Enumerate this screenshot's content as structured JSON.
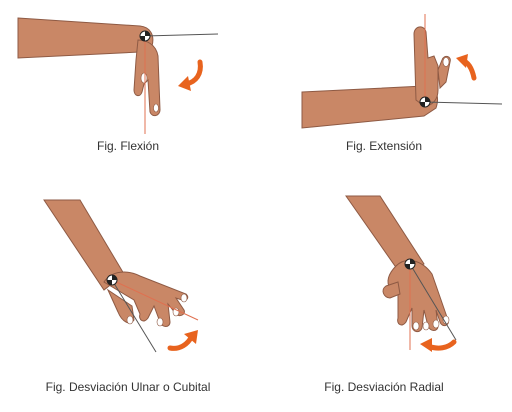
{
  "figures": {
    "flexion": {
      "caption": "Fig. Flexión"
    },
    "extension": {
      "caption": "Fig. Extensión"
    },
    "ulnar": {
      "caption": "Fig. Desviación Ulnar o Cubital"
    },
    "radial": {
      "caption": "Fig. Desviación Radial"
    }
  },
  "colors": {
    "skin": "#C98766",
    "skin_outline": "#8E5A44",
    "arrow": "#E8631E",
    "axis_line": "#555555",
    "motion_line": "#E07050"
  },
  "icons": [
    "goniometer-marker-icon",
    "curved-arrow-icon"
  ]
}
